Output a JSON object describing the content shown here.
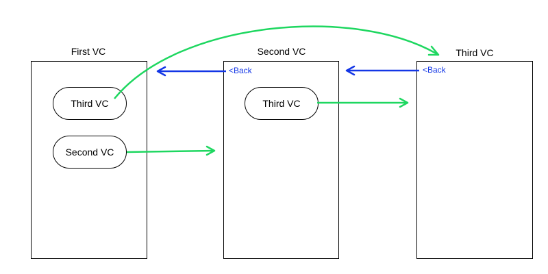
{
  "screens": [
    {
      "title": "First VC"
    },
    {
      "title": "Second VC",
      "back_label": "<Back"
    },
    {
      "title": "Third VC",
      "back_label": "<Back"
    }
  ],
  "buttons": {
    "first_third": "Third VC",
    "first_second": "Second VC",
    "second_third": "Third VC"
  },
  "colors": {
    "push_arrow": "#1ed760",
    "back_arrow": "#1336e6",
    "outline": "#000000"
  }
}
